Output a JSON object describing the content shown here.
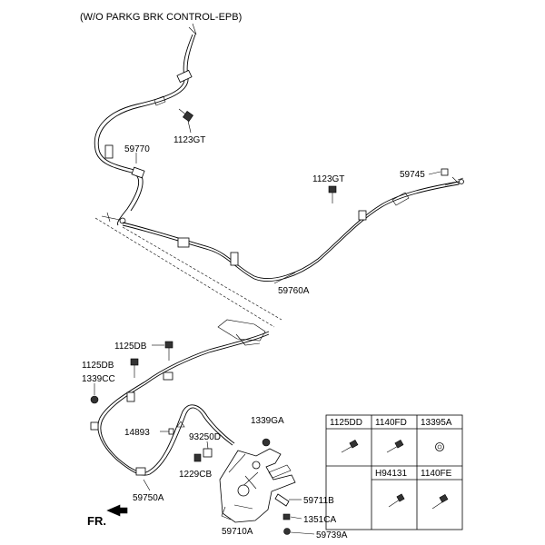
{
  "header": {
    "title": "(W/O PARKG BRK CONTROL-EPB)"
  },
  "labels": {
    "p1123gt_a": "1123GT",
    "p59770": "59770",
    "p1123gt_b": "1123GT",
    "p59745": "59745",
    "p59760a": "59760A",
    "p1125db_a": "1125DB",
    "p1125db_b": "1125DB",
    "p1339cc": "1339CC",
    "p14893": "14893",
    "p93250d": "93250D",
    "p1339ga": "1339GA",
    "p1229cb": "1229CB",
    "p59750a": "59750A",
    "p59711b": "59711B",
    "p1351ca": "1351CA",
    "p59710a": "59710A",
    "p59739a": "59739A"
  },
  "direction": {
    "text": "FR."
  },
  "parts_table": {
    "row1": [
      "1125DD",
      "1140FD",
      "13395A"
    ],
    "row2": [
      "H94131",
      "1140FE"
    ]
  }
}
